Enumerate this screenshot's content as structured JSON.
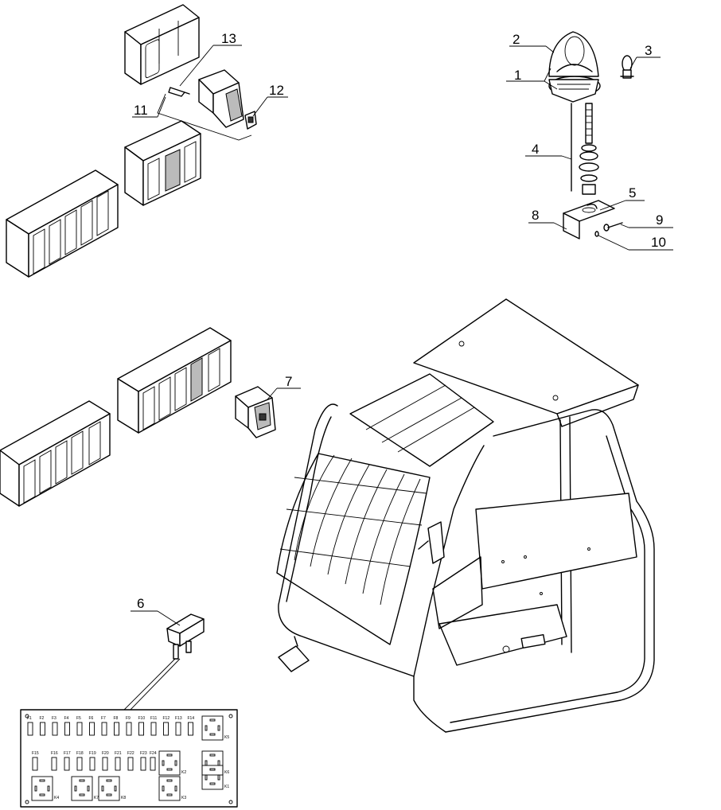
{
  "callouts": [
    {
      "id": "1",
      "label": "1"
    },
    {
      "id": "2",
      "label": "2"
    },
    {
      "id": "3",
      "label": "3"
    },
    {
      "id": "4",
      "label": "4"
    },
    {
      "id": "5",
      "label": "5"
    },
    {
      "id": "6",
      "label": "6"
    },
    {
      "id": "7",
      "label": "7"
    },
    {
      "id": "8",
      "label": "8"
    },
    {
      "id": "9",
      "label": "9"
    },
    {
      "id": "10",
      "label": "10"
    },
    {
      "id": "11",
      "label": "11"
    },
    {
      "id": "12",
      "label": "12"
    },
    {
      "id": "13",
      "label": "13"
    }
  ],
  "fuse_box": {
    "top_row_fuses": [
      "F1",
      "F2",
      "F3",
      "F4",
      "F5",
      "F6",
      "F7",
      "F8",
      "F9",
      "F10",
      "F11",
      "F12",
      "F13",
      "F14"
    ],
    "bottom_row_fuses": [
      "F15",
      "F16",
      "F17",
      "F18",
      "F19",
      "F20",
      "F21",
      "F22",
      "F23",
      "F24"
    ],
    "relays": [
      "K1",
      "K2",
      "K3",
      "K4",
      "K5",
      "K6",
      "K7",
      "K8"
    ]
  }
}
